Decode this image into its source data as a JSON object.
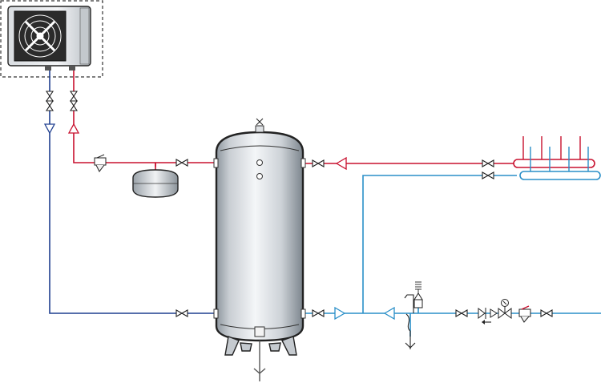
{
  "diagram": {
    "kind": "heat-pump-buffer-tank-hydraulic-schematic",
    "colors": {
      "supply": "#c8102e",
      "return": "#1f3f8f",
      "cold": "#2a8fc8",
      "outline": "#222222",
      "tank_light": "#f2f4f6",
      "tank_dark": "#9aa3ab"
    },
    "components": [
      "heat-pump-outdoor-unit",
      "buffer-tank",
      "expansion-vessel",
      "safety-valve",
      "distribution-manifold",
      "ball-valves",
      "check-valves",
      "strainers",
      "drain-funnel"
    ]
  }
}
